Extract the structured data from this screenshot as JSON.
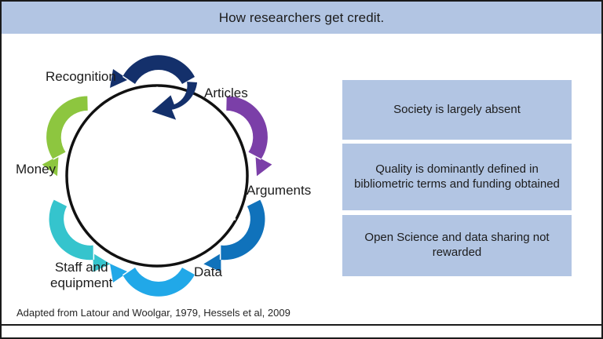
{
  "header": {
    "title": "How researchers get credit."
  },
  "diagram": {
    "name": "credit-cycle",
    "nodes": [
      {
        "id": "recognition",
        "label": "Recognition"
      },
      {
        "id": "articles",
        "label": "Articles"
      },
      {
        "id": "money",
        "label": "Money"
      },
      {
        "id": "arguments",
        "label": "Arguments"
      },
      {
        "id": "staff",
        "label": "Staff and\nequipment"
      },
      {
        "id": "data",
        "label": "Data"
      }
    ],
    "arrows": [
      {
        "number": "1",
        "color": "#8dc63f",
        "position": "upper-left",
        "direction": "counterclockwise"
      },
      {
        "number": "2",
        "color": "#35c4cd",
        "position": "lower-left",
        "direction": "counterclockwise"
      },
      {
        "number": "3",
        "color": "#21a8e8",
        "position": "bottom",
        "direction": "clockwise"
      },
      {
        "number": "4",
        "color": "#1072bb",
        "position": "lower-right",
        "direction": "clockwise"
      },
      {
        "number": "5",
        "color": "#7b3fa8",
        "position": "upper-right",
        "direction": "clockwise"
      },
      {
        "number": "6",
        "color": "#14306b",
        "position": "top",
        "direction": "counterclockwise"
      }
    ],
    "ring_color": "#111111"
  },
  "statements": [
    {
      "text": "Society is largely absent"
    },
    {
      "text": "Quality is dominantly defined in bibliometric terms and funding obtained"
    },
    {
      "text": "Open Science and data sharing not rewarded"
    }
  ],
  "footer": {
    "citation": "Adapted from Latour and Woolgar, 1979, Hessels et al, 2009"
  },
  "colors": {
    "panel_blue": "#b2c5e3",
    "frame": "#1a1a1a",
    "text": "#1c1c1c"
  }
}
